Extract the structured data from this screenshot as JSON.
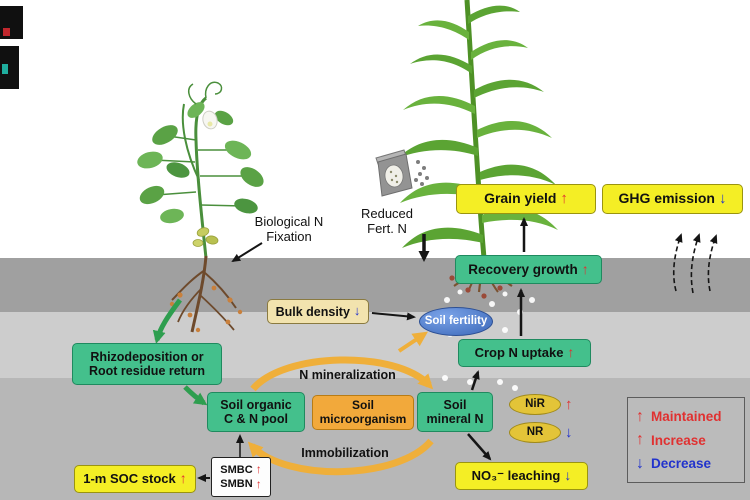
{
  "figure": {
    "description": "Soil nitrogen cycling and crop response diagram"
  },
  "annotations": {
    "biological_n_fixation": {
      "line1": "Biological N",
      "line2": "Fixation"
    },
    "reduced_fert_n": {
      "line1": "Reduced",
      "line2": "Fert. N"
    },
    "n_mineralization": "N mineralization",
    "immobilization": "Immobilization"
  },
  "boxes": {
    "grain_yield": {
      "label": "Grain yield",
      "arrow": "↑"
    },
    "ghg_emission": {
      "label": "GHG emission",
      "arrow": "↓"
    },
    "recovery_growth": {
      "label": "Recovery growth",
      "arrow": "↑"
    },
    "bulk_density": {
      "label": "Bulk density",
      "arrow": "↓"
    },
    "soil_fertility": {
      "label": "Soil fertility"
    },
    "crop_n_uptake": {
      "label": "Crop N uptake",
      "arrow": "↑"
    },
    "rhizodeposition": {
      "line1": "Rhizodeposition or",
      "line2": "Root residue return"
    },
    "soil_organic_pool": {
      "line1": "Soil organic",
      "line2": "C & N pool"
    },
    "soil_microorganism": {
      "line1": "Soil",
      "line2": "microorganism"
    },
    "soil_mineral_n": {
      "line1": "Soil",
      "line2": "mineral N"
    },
    "nir": {
      "label": "NiR",
      "arrow": "↑"
    },
    "nr": {
      "label": "NR",
      "arrow": "↓"
    },
    "no3_leaching": {
      "label": "NO₃⁻ leaching",
      "arrow": "↓"
    },
    "soc_stock": {
      "label": "1-m SOC stock",
      "arrow": "↑"
    },
    "smbc": {
      "label": "SMBC",
      "arrow": "↑"
    },
    "smbn": {
      "label": "SMBN",
      "arrow": "↑"
    }
  },
  "legend": {
    "items": [
      {
        "symbol": "↑",
        "label": "Maintained",
        "color": "#e03131"
      },
      {
        "symbol": "↑",
        "label": "Increase",
        "color": "#e03131"
      },
      {
        "symbol": "↓",
        "label": "Decrease",
        "color": "#2233cc"
      }
    ]
  },
  "colors": {
    "green_box": "#44c08c",
    "yellow_box": "#f4ee25",
    "cream_box": "#f2e3ae",
    "orange_box": "#f2a93b",
    "gold_ellipse": "#e3c438",
    "blue_ellipse": "#3b67b8",
    "increase_arrow": "#e03131",
    "decrease_arrow": "#2233cc",
    "cycle_arrow": "#efaf3a",
    "soil_band_top": "#a0a0a0",
    "soil_band_mid": "#cdcdcd",
    "soil_band_bottom": "#b7b7b7"
  }
}
